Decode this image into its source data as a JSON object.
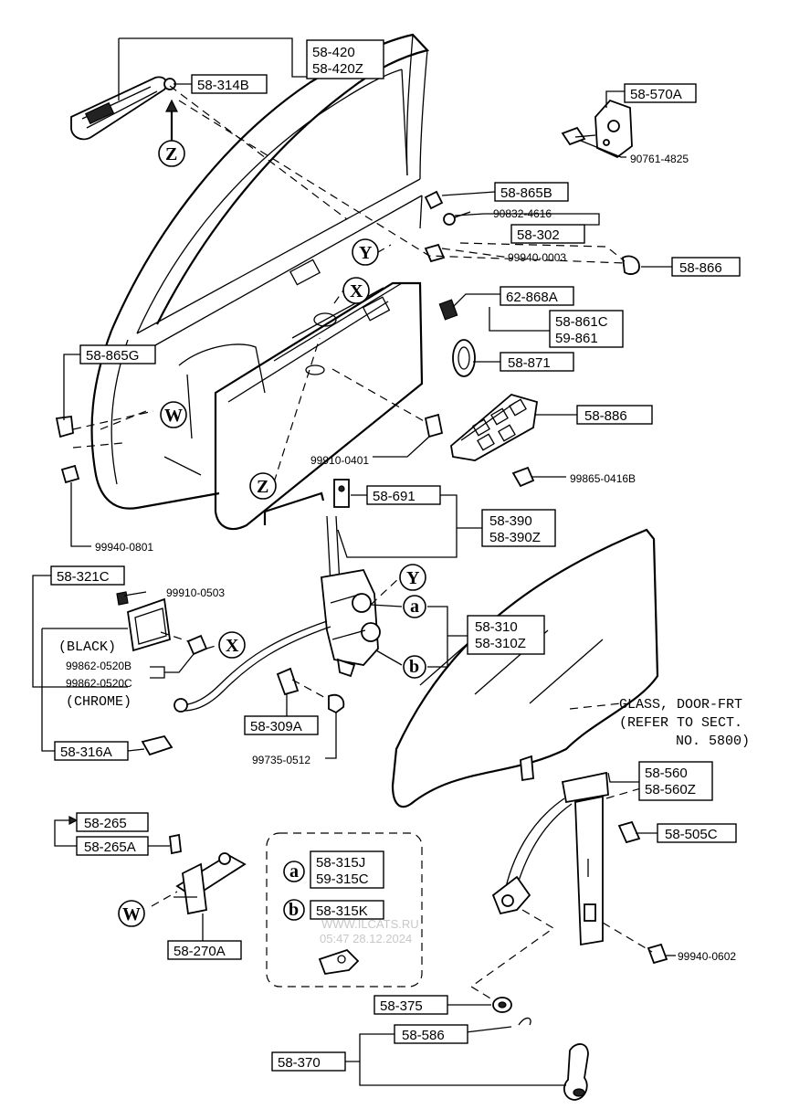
{
  "labels": {
    "p58_420": "58-420",
    "p58_420Z": "58-420Z",
    "p58_314B": "58-314B",
    "p58_570A": "58-570A",
    "p90761_4825": "90761-4825",
    "p58_865B": "58-865B",
    "p90832_4616": "90832-4616",
    "p58_302": "58-302",
    "p99940_0003": "99940-0003",
    "p58_866": "58-866",
    "p62_868A": "62-868A",
    "p58_861C": "58-861C",
    "p59_861": "59-861",
    "p58_871": "58-871",
    "p58_865G": "58-865G",
    "p58_886": "58-886",
    "p99910_0401": "99910-0401",
    "p99865_0416B": "99865-0416B",
    "p58_691": "58-691",
    "p58_390": "58-390",
    "p58_390Z": "58-390Z",
    "p99940_0801": "99940-0801",
    "p58_321C": "58-321C",
    "p99910_0503": "99910-0503",
    "black": "(BLACK)",
    "p99862_0520B": "99862-0520B",
    "p99862_0520C": "99862-0520C",
    "chrome": "(CHROME)",
    "p58_310": "58-310",
    "p58_310Z": "58-310Z",
    "p58_309A": "58-309A",
    "p99735_0512": "99735-0512",
    "p58_316A": "58-316A",
    "glass_note_1": "GLASS, DOOR-FRT",
    "glass_note_2": "(REFER TO SECT.",
    "glass_note_3": "NO. 5800)",
    "p58_560": "58-560",
    "p58_560Z": "58-560Z",
    "p58_505C": "58-505C",
    "p58_265": "58-265",
    "p58_265A": "58-265A",
    "p58_315J": "58-315J",
    "p59_315C": "59-315C",
    "p58_315K": "58-315K",
    "p58_270A": "58-270A",
    "p99940_0602": "99940-0602",
    "p58_375": "58-375",
    "p58_586": "58-586",
    "p58_370": "58-370"
  },
  "refs": {
    "Z": "Z",
    "Y": "Y",
    "X": "X",
    "W": "W",
    "a": "a",
    "b": "b"
  },
  "watermark": {
    "line1": "WWW.ILCATS.RU",
    "line2": "05:47 28.12.2024"
  }
}
